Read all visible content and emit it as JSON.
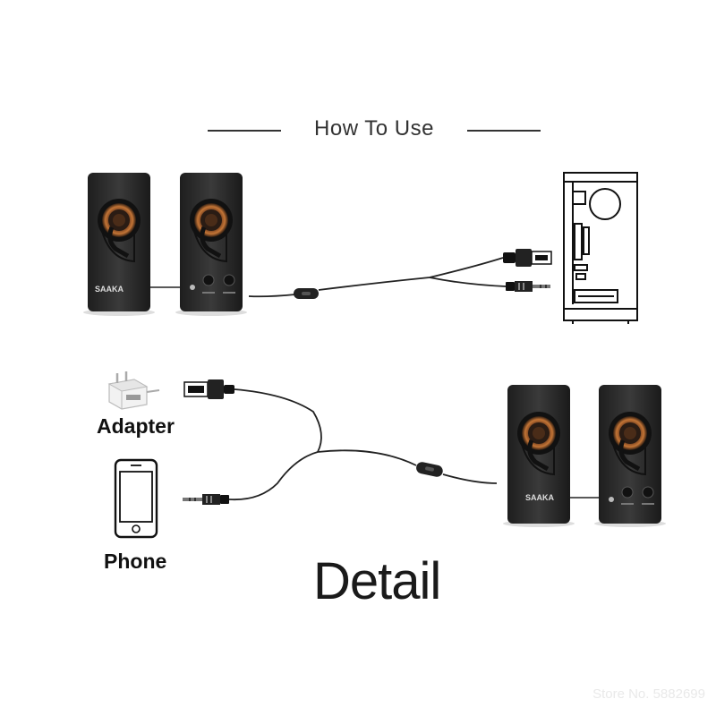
{
  "header": {
    "title": "How To Use"
  },
  "labels": {
    "adapter": "Adapter",
    "phone": "Phone"
  },
  "detail": {
    "text": "Detail"
  },
  "watermark": {
    "text": "Store No. 5882699"
  },
  "speaker": {
    "brand": "SAAKA"
  },
  "icons": [
    "speaker-icon",
    "computer-tower-icon",
    "usb-plug-icon",
    "audio-jack-icon",
    "adapter-icon",
    "phone-icon",
    "inline-switch-icon"
  ],
  "colors": {
    "speaker_body": "#2a2a2a",
    "woofer_ring": "#b5652c",
    "line": "#222222"
  }
}
